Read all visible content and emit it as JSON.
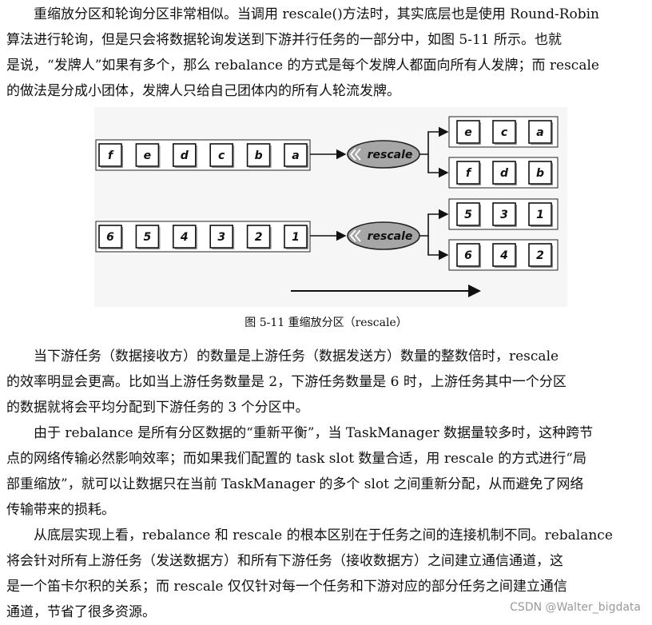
{
  "paragraph1": [
    "重缩放分区和轮询分区非常相似。当调用 rescale()方法时，其实底层也是使用 Round-Robin",
    "算法进行轮询，但是只会将数据轮询发送到下游并行任务的一部分中，如图 5-11 所示。也就",
    "是说，“发牌人”如果有多个，那么 rebalance 的方式是每个发牌人都面向所有人发牌；而 rescale",
    "的做法是分成小团体，发牌人只给自己团体内的所有人轮流发牌。"
  ],
  "figure": {
    "upstream_top": [
      "f",
      "e",
      "d",
      "c",
      "b",
      "a"
    ],
    "upstream_bottom": [
      "6",
      "5",
      "4",
      "3",
      "2",
      "1"
    ],
    "operator_label": "rescale",
    "downstream": [
      [
        "e",
        "c",
        "a"
      ],
      [
        "f",
        "d",
        "b"
      ],
      [
        "5",
        "3",
        "1"
      ],
      [
        "6",
        "4",
        "2"
      ]
    ],
    "caption": "图 5-11  重缩放分区（rescale）"
  },
  "paragraph2": [
    "当下游任务（数据接收方）的数量是上游任务（数据发送方）数量的整数倍时，rescale",
    "的效率明显会更高。比如当上游任务数量是 2，下游任务数量是 6 时，上游任务其中一个分区",
    "的数据就将会平均分配到下游任务的 3 个分区中。"
  ],
  "paragraph3": [
    "由于 rebalance 是所有分区数据的“重新平衡”，当 TaskManager 数据量较多时，这种跨节",
    "点的网络传输必然影响效率；而如果我们配置的 task slot 数量合适，用 rescale 的方式进行“局",
    "部重缩放”，就可以让数据只在当前 TaskManager 的多个 slot 之间重新分配，从而避免了网络",
    "传输带来的损耗。"
  ],
  "paragraph4": [
    "从底层实现上看，rebalance 和 rescale 的根本区别在于任务之间的连接机制不同。rebalance",
    "将会针对所有上游任务（发送数据方）和所有下游任务（接收数据方）之间建立通信通道，这",
    "是一个笛卡尔积的关系；而 rescale 仅仅针对每一个任务和下游对应的部分任务之间建立通信",
    "通道，节省了很多资源。"
  ],
  "watermark": "CSDN @Walter_bigdata"
}
